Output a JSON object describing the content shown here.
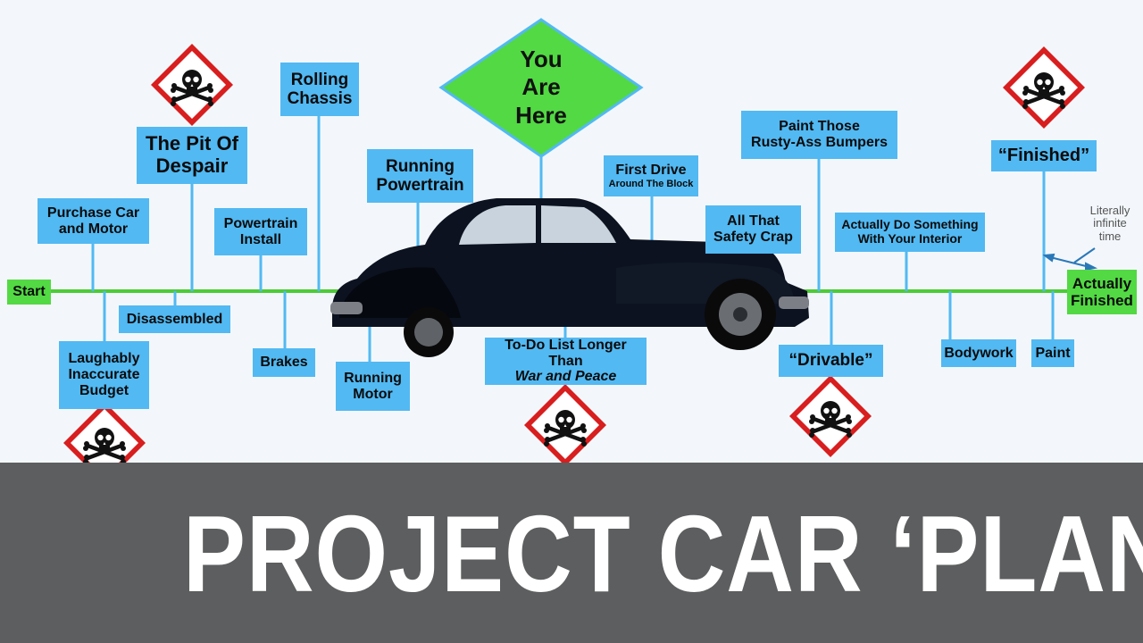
{
  "timeline": {
    "start": "Start",
    "actually_finished": [
      "Actually",
      "Finished"
    ],
    "you_are_here": [
      "You",
      "Are",
      "Here"
    ],
    "milestones_above": {
      "purchase": [
        "Purchase Car",
        "and Motor"
      ],
      "pit": [
        "The Pit Of",
        "Despair"
      ],
      "powertrain_install": [
        "Powertrain",
        "Install"
      ],
      "rolling_chassis": [
        "Rolling",
        "Chassis"
      ],
      "running_powertrain": [
        "Running",
        "Powertrain"
      ],
      "first_drive": [
        "First Drive",
        "Around The Block"
      ],
      "safety_crap": [
        "All That",
        "Safety Crap"
      ],
      "paint_bumpers": [
        "Paint Those",
        "Rusty-Ass Bumpers"
      ],
      "interior": [
        "Actually Do Something",
        "With Your Interior"
      ],
      "finished": "“Finished”"
    },
    "milestones_below": {
      "disassembled": "Disassembled",
      "budget": [
        "Laughably",
        "Inaccurate",
        "Budget"
      ],
      "brakes": "Brakes",
      "running_motor": [
        "Running",
        "Motor"
      ],
      "todo": [
        "To-Do List Longer",
        "Than",
        "War and Peace"
      ],
      "drivable": "“Drivable”",
      "bodywork": "Bodywork",
      "paint": "Paint"
    },
    "note": [
      "Literally",
      "infinite",
      "time"
    ]
  },
  "banner": {
    "title": "PROJECT CAR ‘PLAN’"
  },
  "colors": {
    "box": "#52b9f2",
    "green": "#52d943",
    "hazard": "#d81e1e",
    "banner": "#5d5e5f"
  },
  "icons": [
    "skull-crossbones-hazard-icon",
    "helmet-mascot-logo",
    "classic-car-image"
  ]
}
